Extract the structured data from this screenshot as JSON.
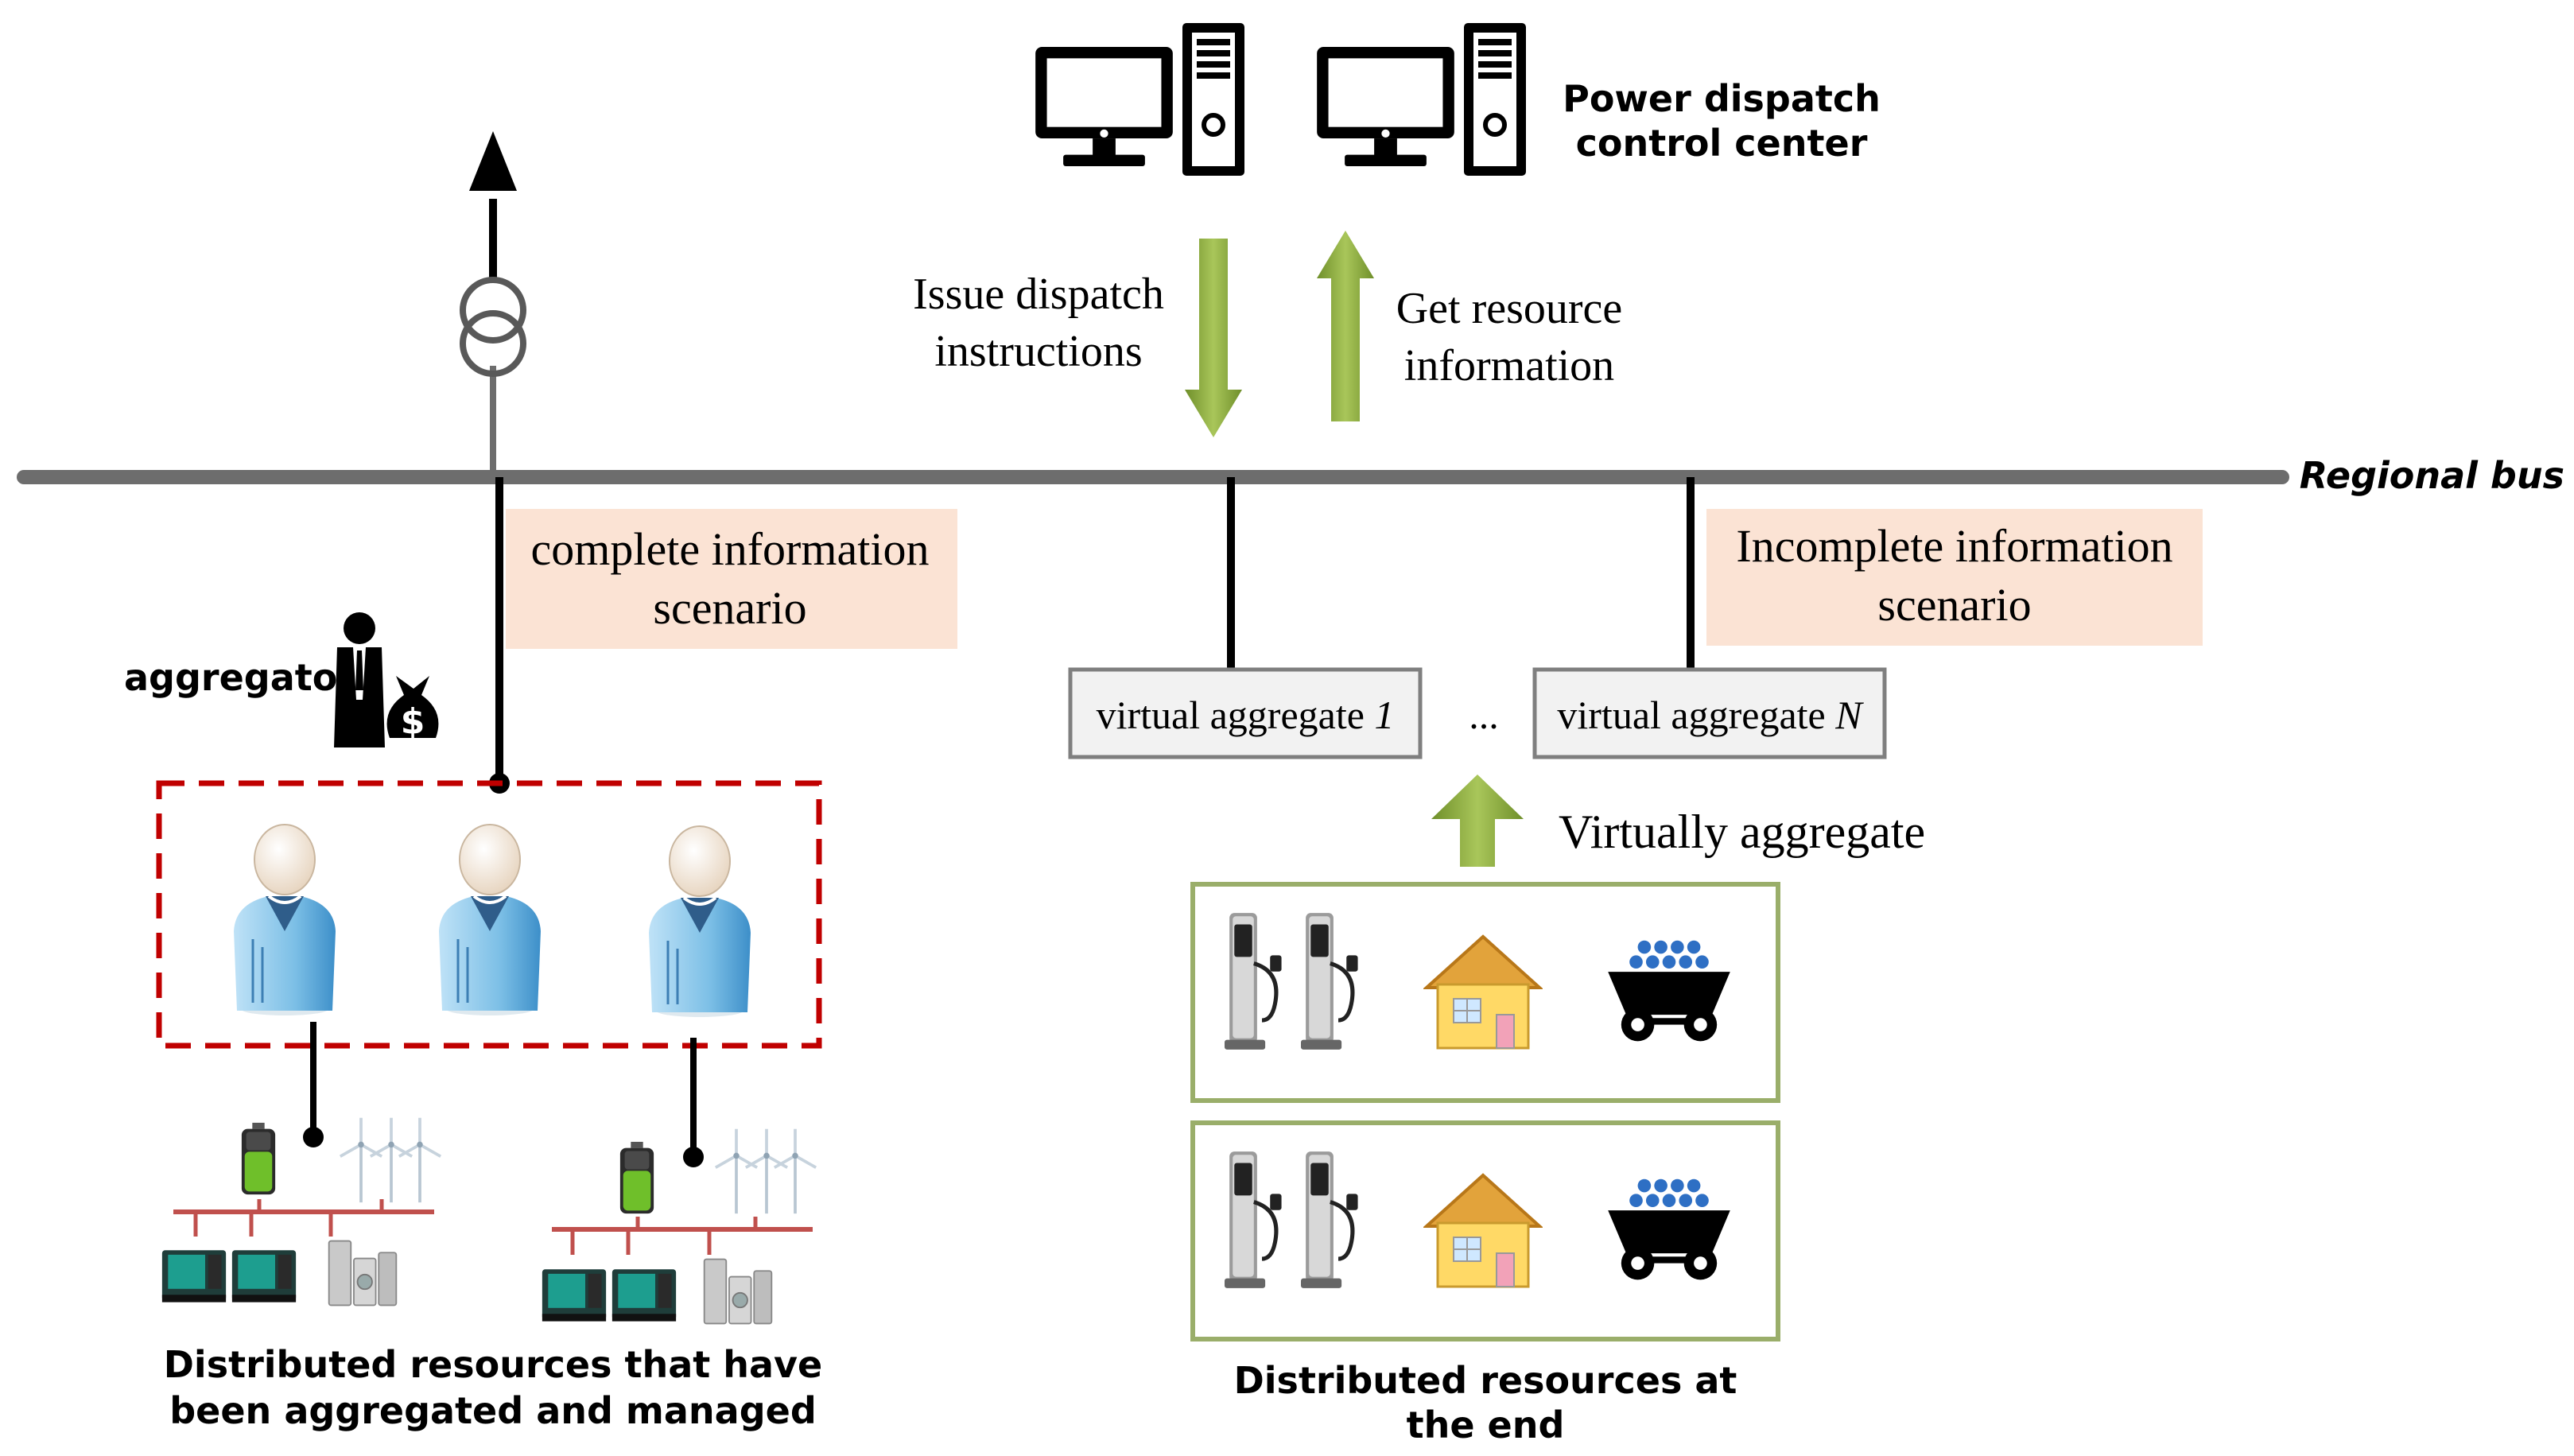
{
  "title_line1": "Power dispatch",
  "title_line2": "control center",
  "issue_line1": "Issue dispatch",
  "issue_line2": "instructions",
  "get_line1": "Get resource",
  "get_line2": "information",
  "bus_label": "Regional bus",
  "complete_line1": "complete information",
  "complete_line2": "scenario",
  "incomplete_line1": "Incomplete information",
  "incomplete_line2": "scenario",
  "aggregator_label": "aggregator",
  "va1_prefix": "virtual aggregate ",
  "va1_index": "1",
  "vaN_prefix": "virtual aggregate ",
  "vaN_index": "N",
  "ellipsis": "...",
  "virtually_aggregate": "Virtually aggregate",
  "left_caption_line1": "Distributed resources that have",
  "left_caption_line2": "been aggregated and managed",
  "right_caption_line1": "Distributed resources at",
  "right_caption_line2": "the end",
  "colors": {
    "bus": "#6d6d6d",
    "arrow_green": "#8aab3c",
    "scenario_fill": "#fbe3d4",
    "dashed_red": "#c00000",
    "box_border": "#7f7f7f",
    "box_fill": "#f2f2f2",
    "resource_border": "#9aae6a",
    "feeder_red": "#c0504d"
  }
}
